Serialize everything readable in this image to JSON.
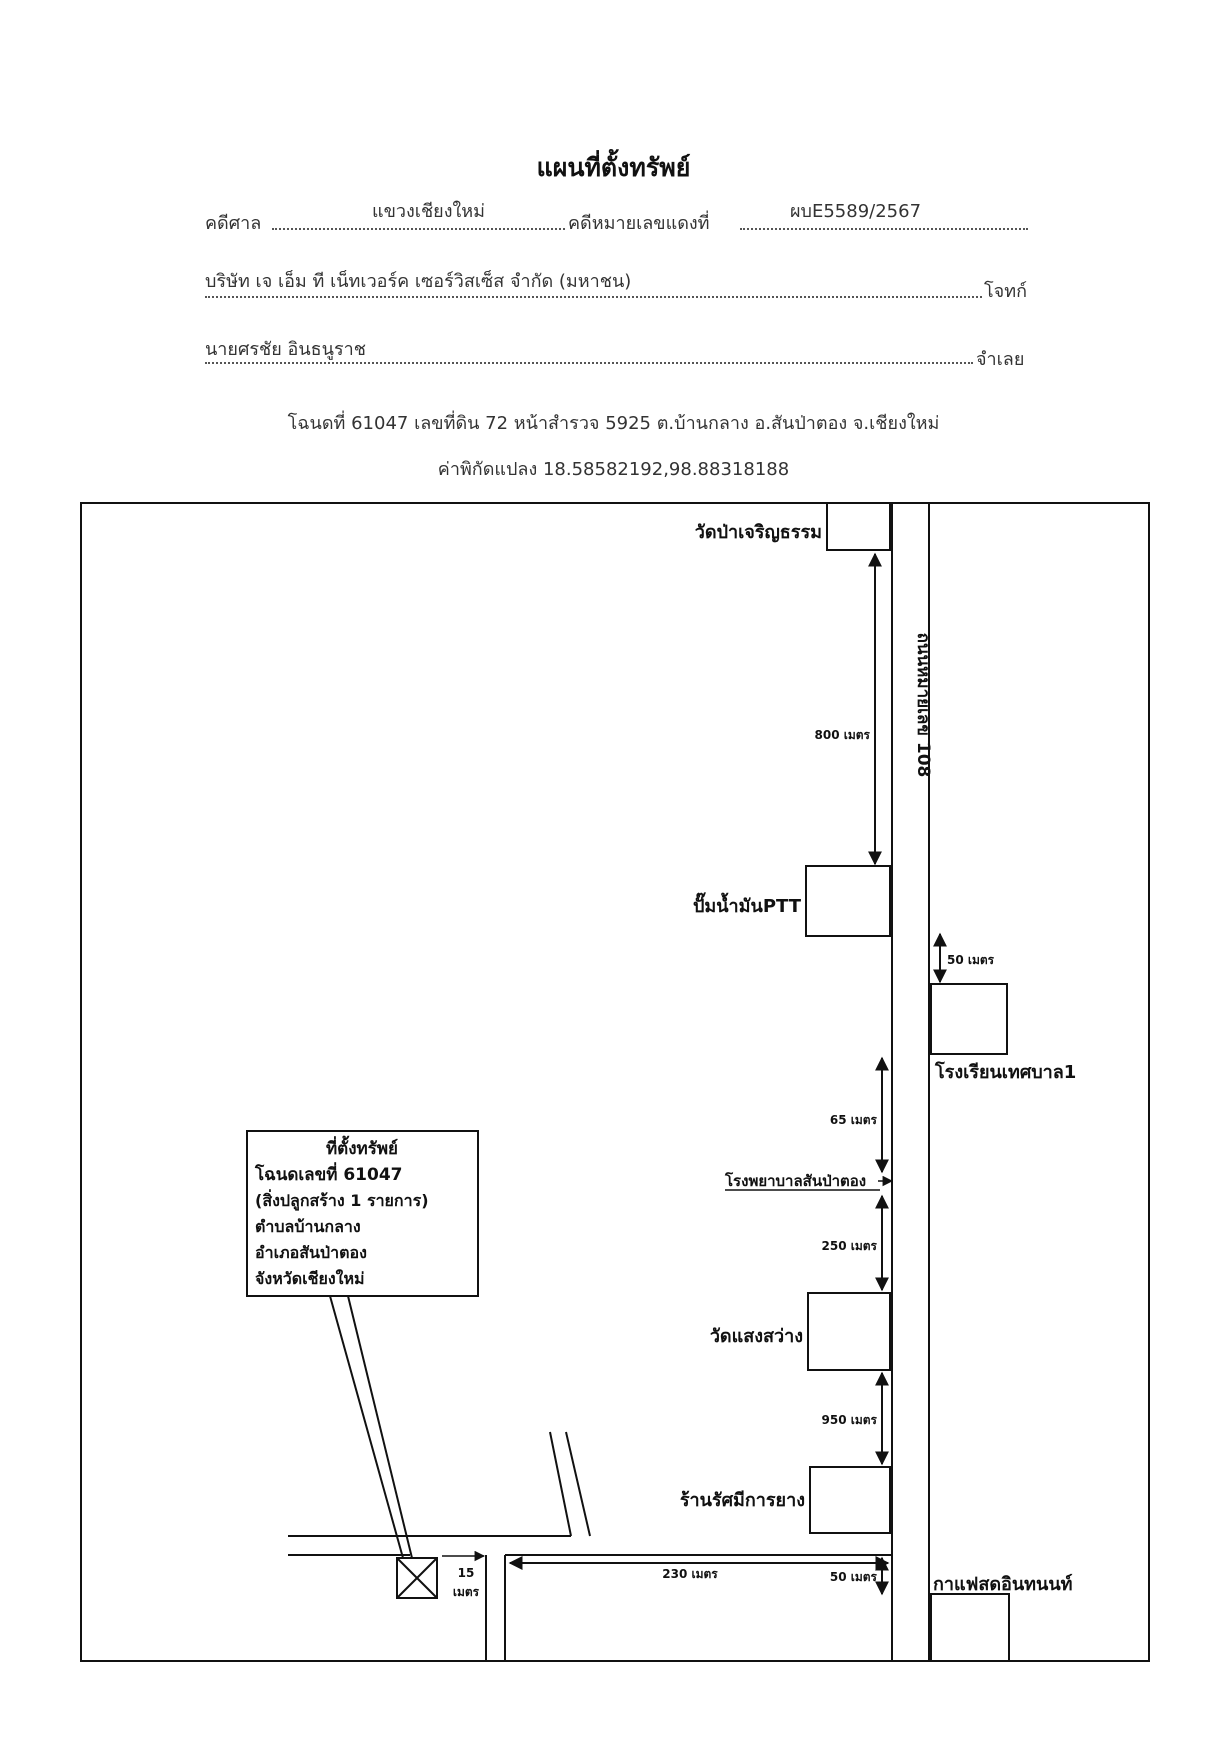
{
  "title": "แผนที่ตั้งทรัพย์",
  "header": {
    "court_label": "คดีศาล",
    "court_value": "แขวงเชียงใหม่",
    "case_label": "คดีหมายเลขแดงที่",
    "case_value": "ผบE5589/2567",
    "plaintiff_value": "บริษัท เจ เอ็ม ที เน็ทเวอร์ค เซอร์วิสเซ็ส จำกัด (มหาชน)",
    "plaintiff_label": "โจทก์",
    "defendant_value": "นายศรชัย อินธนูราช",
    "defendant_label": "จำเลย",
    "deed_line": "โฉนดที่ 61047 เลขที่ดิน 72 หน้าสำรวจ 5925  ต.บ้านกลาง อ.สันป่าตอง จ.เชียงใหม่",
    "coord_line": "ค่าพิกัดแปลง  18.58582192,98.88318188"
  },
  "map": {
    "road_label": "ถนนหมายเลข 108",
    "landmarks": {
      "temple_top": "วัดป่าเจริญธรรม",
      "gas_station": "ปั๊มน้ำมันPTT",
      "school": "โรงเรียนเทศบาล1",
      "hospital": "โรงพยาบาลสันป่าตอง",
      "temple_mid": "วัดแสงสว่าง",
      "shop": "ร้านรัศมีการยาง",
      "cafe": "กาแฟสดอินทนนท์"
    },
    "distances": {
      "d800": "800 เมตร",
      "d50_school": "50 เมตร",
      "d65": "65 เมตร",
      "d250": "250 เมตร",
      "d950": "950 เมตร",
      "d230": "230 เมตร",
      "d50_bottom": "50 เมตร",
      "d15_num": "15",
      "d15_unit": "เมตร"
    },
    "property_box": {
      "line1": "ที่ตั้งทรัพย์",
      "line2": "โฉนดเลขที่ 61047",
      "line3": "(สิ่งปลูกสร้าง 1 รายการ)",
      "line4": "ตำบลบ้านกลาง",
      "line5": "อำเภอสันป่าตอง",
      "line6": "จังหวัดเชียงใหม่"
    }
  }
}
